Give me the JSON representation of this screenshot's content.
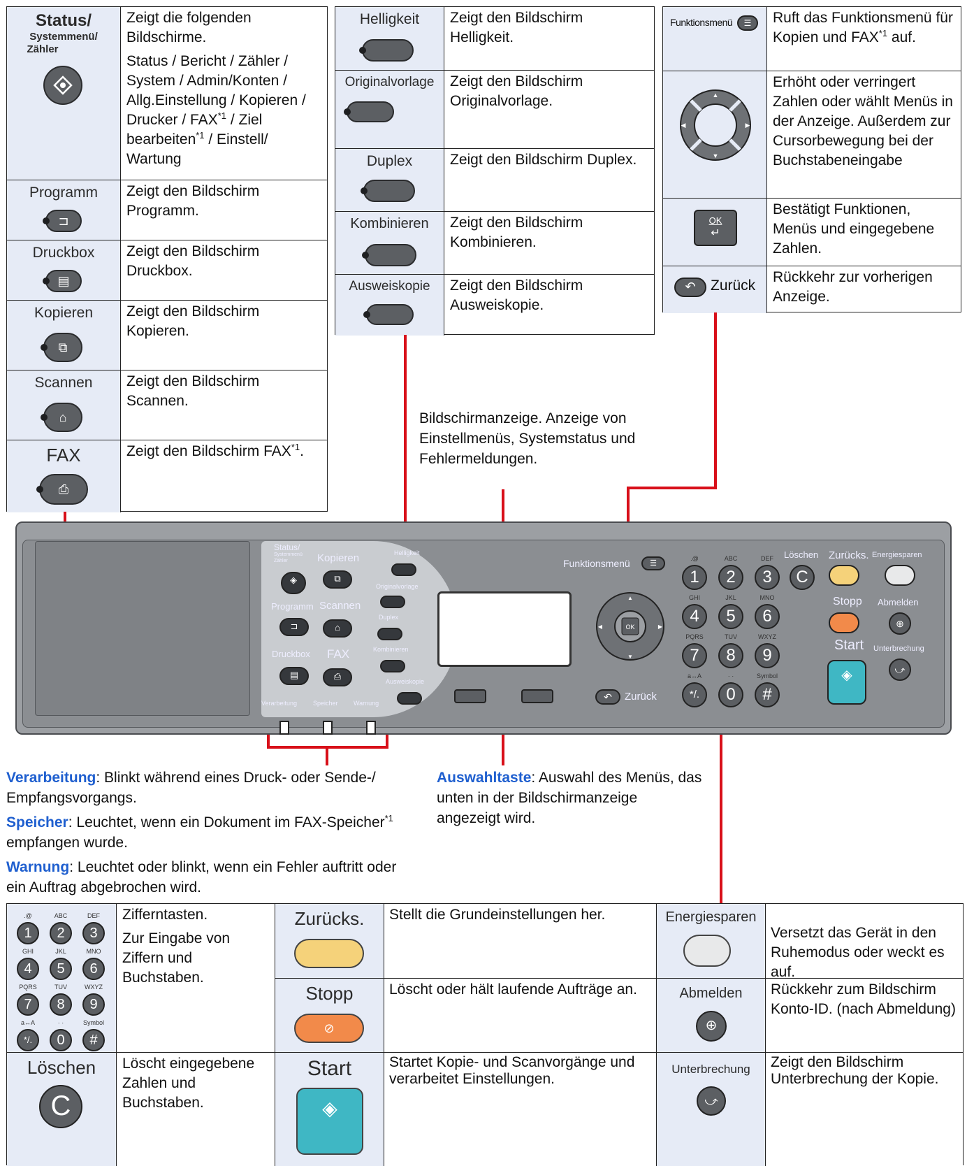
{
  "left_table": [
    {
      "key": "Status/",
      "key2": "Systemmenü/",
      "key3": "Zähler",
      "icon": "status-icon",
      "desc": [
        "Zeigt die folgenden Bildschirme.",
        "Status / Bericht / Zähler / System / Admin/Konten / Allg.Einstellung / Kopieren / Drucker / FAX",
        "*1",
        " / Ziel bearbeiten",
        "*1",
        " / Einstell/ Wartung"
      ]
    },
    {
      "key": "Programm",
      "icon": "program-icon",
      "desc": "Zeigt den Bildschirm Programm."
    },
    {
      "key": "Druckbox",
      "icon": "printbox-icon",
      "desc": "Zeigt den Bildschirm Druckbox."
    },
    {
      "key": "Kopieren",
      "icon": "copy-icon",
      "desc": "Zeigt den Bildschirm Kopieren."
    },
    {
      "key": "Scannen",
      "icon": "scan-icon",
      "desc": "Zeigt den Bildschirm Scannen."
    },
    {
      "key": "FAX",
      "icon": "fax-icon",
      "desc": "Zeigt den Bildschirm FAX",
      "sup": "*1",
      "desc_end": "."
    }
  ],
  "middle_table": [
    {
      "key": "Helligkeit",
      "desc": "Zeigt den Bildschirm Helligkeit."
    },
    {
      "key": "Originalvorlage",
      "desc": "Zeigt den Bildschirm Originalvorlage."
    },
    {
      "key": "Duplex",
      "desc": "Zeigt den Bildschirm Duplex."
    },
    {
      "key": "Kombinieren",
      "desc": "Zeigt den Bildschirm Kombinieren."
    },
    {
      "key": "Ausweiskopie",
      "desc": "Zeigt den Bildschirm Ausweiskopie."
    }
  ],
  "right_table": [
    {
      "key": "Funktionsmenü",
      "desc": "Ruft das Funktionsmenü für Kopien und FAX",
      "sup": "*1",
      "desc_end": " auf."
    },
    {
      "key": "",
      "desc": "Erhöht oder verringert Zahlen oder wählt Menüs in der Anzeige. Außerdem zur Cursorbewegung bei der Buchstabeneingabe"
    },
    {
      "key": "OK",
      "desc": "Bestätigt Funktionen, Menüs und eingegebene Zahlen."
    },
    {
      "key": "Zurück",
      "desc": "Rückkehr zur vorherigen Anzeige."
    }
  ],
  "display_note": "Bildschirmanzeige. Anzeige von Einstellmenüs, Systemstatus und Fehlermeldungen.",
  "indicators": [
    {
      "term": "Verarbeitung",
      "text": ": Blinkt während eines Druck- oder Sende-/ Empfangsvorgangs."
    },
    {
      "term": "Speicher",
      "text": ": Leuchtet, wenn ein Dokument im FAX-Speicher",
      "sup": "*1",
      "text_end": " empfangen wurde."
    },
    {
      "term": "Warnung",
      "text": ": Leuchtet oder blinkt, wenn ein Fehler auftritt oder ein Auftrag abgebrochen wird."
    }
  ],
  "select_key": {
    "term": "Auswahltaste",
    "text": ": Auswahl des Menüs, das unten in der Bildschirmanzeige angezeigt wird."
  },
  "panel": {
    "status_label": "Status/",
    "status_sub": "Systemmenü",
    "status_sub2": "Zähler",
    "copy": "Kopieren",
    "program": "Programm",
    "scan": "Scannen",
    "printbox": "Druckbox",
    "fax": "FAX",
    "led_labels": [
      "Verarbeitung",
      "Speicher",
      "Warnung"
    ],
    "helligkeit": "Helligkeit",
    "originalvorlage": "Originalvorlage",
    "duplex": "Duplex",
    "kombinieren": "Kombinieren",
    "ausweiskopie": "Ausweiskopie",
    "funktionsmenu": "Funktionsmenü",
    "zurueck": "Zurück",
    "loeschen": "Löschen",
    "zuruecks": "Zurücks.",
    "energiesparen": "Energiesparen",
    "stopp": "Stopp",
    "abmelden": "Abmelden",
    "start": "Start",
    "unterbrechung": "Unterbrechung",
    "keys": [
      {
        "n": "1",
        "sub": ".@"
      },
      {
        "n": "2",
        "sub": "ABC"
      },
      {
        "n": "3",
        "sub": "DEF"
      },
      {
        "n": "4",
        "sub": "GHI"
      },
      {
        "n": "5",
        "sub": "JKL"
      },
      {
        "n": "6",
        "sub": "MNO"
      },
      {
        "n": "7",
        "sub": "PQRS"
      },
      {
        "n": "8",
        "sub": "TUV"
      },
      {
        "n": "9",
        "sub": "WXYZ"
      },
      {
        "n": "*/.",
        "sub": "a↔A"
      },
      {
        "n": "0",
        "sub": "· ·"
      },
      {
        "n": "#",
        "sub": "Symbol"
      }
    ]
  },
  "bottom_table": {
    "numpad_desc": [
      "Zifferntasten.",
      "Zur Eingabe von Ziffern und Buchstaben."
    ],
    "zuruecks": "Zurücks.",
    "zuruecks_desc": "Stellt die Grundeinstellungen her.",
    "energie": "Energiesparen",
    "energie_desc": "Versetzt das Gerät in den Ruhemodus oder weckt es auf.",
    "stopp": "Stopp",
    "stopp_desc": "Löscht oder hält laufende Aufträge an.",
    "abmelden": "Abmelden",
    "abmelden_desc": "Rückkehr zum Bildschirm Konto-ID. (nach Abmeldung)",
    "loeschen": "Löschen",
    "loeschen_desc": "Löscht eingegebene Zahlen und Buchstaben.",
    "start": "Start",
    "start_desc": "Startet Kopie- und Scanvorgänge und verarbeitet Einstellungen.",
    "unterbrechung": "Unterbrechung",
    "unterbrechung_desc": "Zeigt den Bildschirm Unterbrechung der Kopie."
  },
  "colors": {
    "accent_red": "#d8101a",
    "term_blue": "#1f5fcf",
    "icon_bg": "#e6ebf6",
    "start_teal": "#3fb7c4",
    "reset_yellow": "#f5d27a",
    "stop_orange": "#f28a4a"
  }
}
